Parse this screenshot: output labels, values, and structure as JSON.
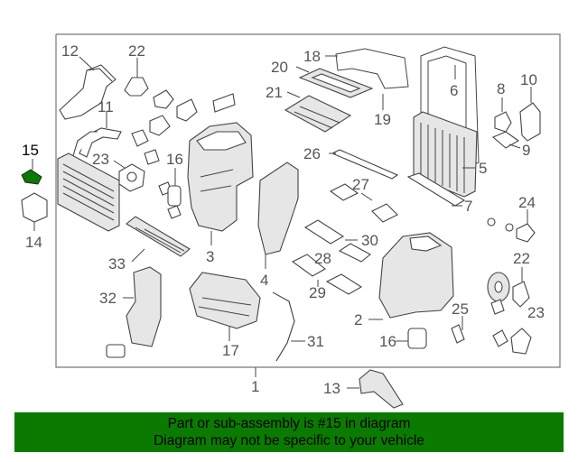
{
  "diagram": {
    "highlight_color": "#0a7a00",
    "callouts": [
      {
        "id": "12",
        "label": "12"
      },
      {
        "id": "22a",
        "label": "22"
      },
      {
        "id": "18",
        "label": "18"
      },
      {
        "id": "20",
        "label": "20"
      },
      {
        "id": "21",
        "label": "21"
      },
      {
        "id": "19",
        "label": "19"
      },
      {
        "id": "6",
        "label": "6"
      },
      {
        "id": "8",
        "label": "8"
      },
      {
        "id": "10",
        "label": "10"
      },
      {
        "id": "11",
        "label": "11"
      },
      {
        "id": "9",
        "label": "9"
      },
      {
        "id": "15",
        "label": "15",
        "highlighted": true
      },
      {
        "id": "23a",
        "label": "23"
      },
      {
        "id": "16a",
        "label": "16"
      },
      {
        "id": "26",
        "label": "26"
      },
      {
        "id": "5",
        "label": "5"
      },
      {
        "id": "27",
        "label": "27"
      },
      {
        "id": "7",
        "label": "7"
      },
      {
        "id": "24",
        "label": "24"
      },
      {
        "id": "14",
        "label": "14"
      },
      {
        "id": "3",
        "label": "3"
      },
      {
        "id": "30",
        "label": "30"
      },
      {
        "id": "33",
        "label": "33"
      },
      {
        "id": "28",
        "label": "28"
      },
      {
        "id": "22b",
        "label": "22"
      },
      {
        "id": "4",
        "label": "4"
      },
      {
        "id": "32",
        "label": "32"
      },
      {
        "id": "29",
        "label": "29"
      },
      {
        "id": "25",
        "label": "25"
      },
      {
        "id": "23b",
        "label": "23"
      },
      {
        "id": "2",
        "label": "2"
      },
      {
        "id": "31",
        "label": "31"
      },
      {
        "id": "16b",
        "label": "16"
      },
      {
        "id": "17",
        "label": "17"
      },
      {
        "id": "1",
        "label": "1"
      },
      {
        "id": "13",
        "label": "13"
      }
    ]
  },
  "banner": {
    "line1": "Part or sub-assembly is #15 in diagram",
    "line2": "Diagram may not be specific to your vehicle",
    "background": "#0a7a00"
  }
}
